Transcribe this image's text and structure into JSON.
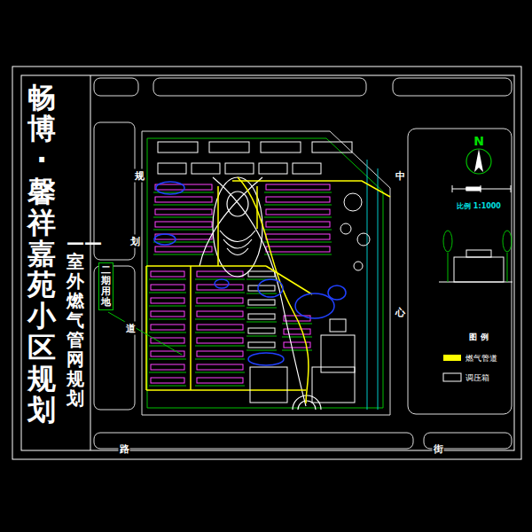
{
  "diagram": {
    "title": "畅博·馨祥嘉苑小区规划",
    "caption": "——室外燃气管网规划",
    "nodes": [
      {
        "text": [
          "二期用地"
        ]
      }
    ],
    "labels": [
      "规",
      "划",
      "道",
      "路",
      "中",
      "心",
      "街",
      "N",
      "比例 1:1000",
      "图 例"
    ],
    "legend": [
      {
        "text": "燃气管道",
        "color": "#ffff00"
      },
      {
        "text": "调压箱"
      }
    ]
  }
}
